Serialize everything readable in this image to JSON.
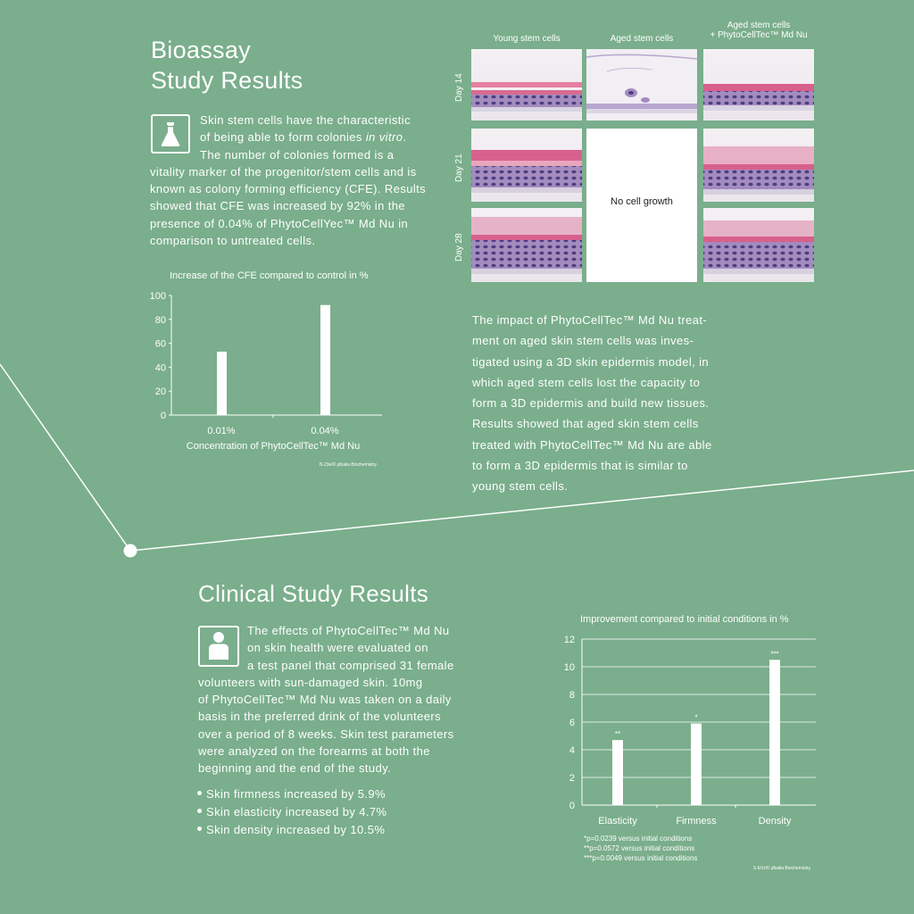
{
  "bioassay": {
    "title_line1": "Bioassay",
    "title_line2": "Study Results",
    "icon": "flask-icon",
    "para_lines": [
      "Skin stem cells have the characteristic",
      "of being able to form colonies ",
      "The number of colonies formed is a",
      "vitality marker of the progenitor/stem cells and is",
      "known as colony forming efficiency (CFE). Results",
      "showed that CFE was increased by 92% in the",
      "presence of 0.04% of PhytoCellYec™ Md Nu in",
      "comparison to untreated cells."
    ],
    "para_italic": "in vitro",
    "para_italic_after": "."
  },
  "histology": {
    "col_headers": [
      "Young stem cells",
      "Aged stem cells",
      "Aged stem cells",
      "+ PhytoCellTec™  Md Nu"
    ],
    "row_labels": [
      "Day 14",
      "Day 21",
      "Day 28"
    ],
    "no_growth": "No cell growth"
  },
  "impact_lines": [
    "The impact of PhytoCellTec™  Md Nu treat-",
    "ment on aged skin stem cells was inves-",
    "tigated using a 3D skin epidermis model, in",
    "which aged stem cells lost the capacity to",
    "form a 3D epidermis and build new tissues.",
    "Results showed that aged skin stem cells",
    "treated with PhytoCellTec™   Md Nu are able",
    "to form a 3D epidermis that is similar to",
    "young stem cells."
  ],
  "clinical": {
    "title": "Clinical Study Results",
    "icon": "person-icon",
    "para_lines": [
      "The effects of PhytoCellTec™ Md Nu",
      "on skin health were evaluated on",
      "a test panel that comprised 31 female",
      "volunteers with sun-damaged skin. 10mg",
      "of PhytoCellTec™ Md Nu was taken on a daily",
      "basis in the preferred drink of the volunteers",
      "over a period of 8 weeks. Skin test parameters",
      "were analyzed on the forearms at both the",
      "beginning and the end of the study."
    ],
    "bullets": [
      "Skin firmness increased by 5.9%",
      "Skin elasticity increased by 4.7%",
      "Skin density increased by 10.5%"
    ]
  },
  "chart_data": [
    {
      "type": "bar",
      "title": "Increase of the CFE compared to control in %",
      "categories": [
        "0.01%",
        "0.04%"
      ],
      "values": [
        53,
        92
      ],
      "xlabel": "Concentration of PhytoCellTec™ Md Nu",
      "ylabel": "",
      "ylim": [
        0,
        100
      ],
      "yticks": [
        0,
        20,
        40,
        60,
        80,
        100
      ],
      "grid": false,
      "source": "B-23e/© ʂlbalia Biochemistry"
    },
    {
      "type": "bar",
      "title": "Improvement compared to initial conditions in %",
      "categories": [
        "Elasticity",
        "Firmness",
        "Density"
      ],
      "values": [
        4.7,
        5.9,
        10.5
      ],
      "significance": [
        "**",
        "*",
        "***"
      ],
      "xlabel": "",
      "ylabel": "",
      "ylim": [
        0,
        12
      ],
      "yticks": [
        0,
        2,
        4,
        6,
        8,
        10,
        12
      ],
      "grid": true,
      "footnotes": [
        "*p=0.0239 versus initial conditions",
        "**p=0.0572 versus initial conditions",
        "***p=0.0049 versus initial conditions"
      ],
      "source": "S-6/1r/© ʂlbalia Biochemistry"
    }
  ],
  "colors": {
    "background": "#7aae8c",
    "foreground": "#ffffff"
  }
}
